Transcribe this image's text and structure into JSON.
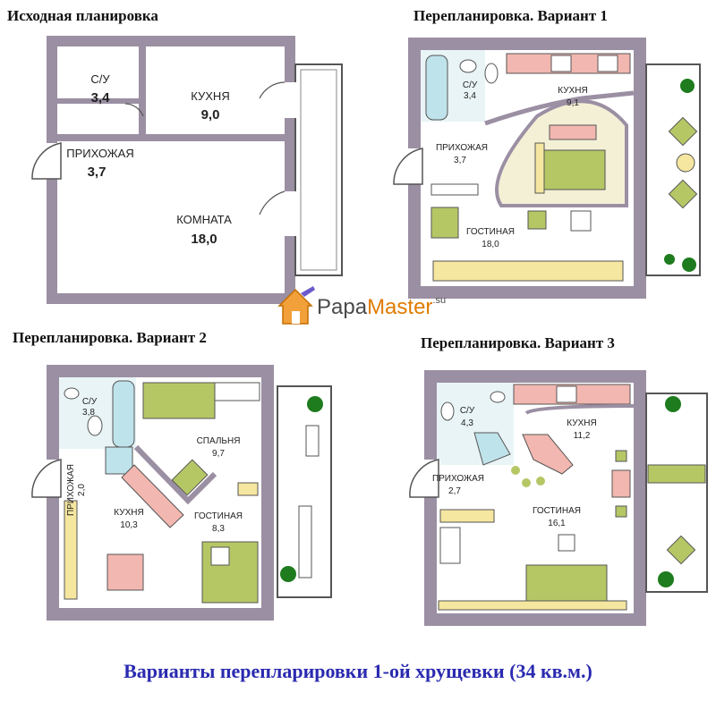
{
  "titles": {
    "original": "Исходная планировка",
    "v1": "Перепланировка. Вариант 1",
    "v2": "Перепланировка. Вариант 2",
    "v3": "Перепланировка. Вариант 3"
  },
  "original": {
    "su": "С/У",
    "su_area": "3,4",
    "kitchen": "КУХНЯ",
    "kitchen_area": "9,0",
    "hall": "ПРИХОЖАЯ",
    "hall_area": "3,7",
    "room": "КОМНАТА",
    "room_area": "18,0"
  },
  "v1": {
    "su": "С/У",
    "su_area": "3,4",
    "kitchen": "КУХНЯ",
    "kitchen_area": "9,1",
    "hall": "ПРИХОЖАЯ",
    "hall_area": "3,7",
    "living": "ГОСТИНАЯ",
    "living_area": "18,0"
  },
  "v2": {
    "su": "С/У",
    "su_area": "3,8",
    "bedroom": "СПАЛЬНЯ",
    "bedroom_area": "9,7",
    "hall": "ПРИХОЖАЯ",
    "hall_area": "2,0",
    "kitchen": "КУХНЯ",
    "kitchen_area": "10,3",
    "living": "ГОСТИНАЯ",
    "living_area": "8,3"
  },
  "v3": {
    "su": "С/У",
    "su_area": "4,3",
    "kitchen": "КУХНЯ",
    "kitchen_area": "11,2",
    "hall": "ПРИХОЖАЯ",
    "hall_area": "2,7",
    "living": "ГОСТИНАЯ",
    "living_area": "16,1"
  },
  "brand": {
    "part1": "Papa",
    "part2": "Master",
    "suffix": ".su"
  },
  "caption": "Варианты перепларировки 1-ой хрущевки (34 кв.м.)",
  "colors": {
    "wall": "#9b8fa3",
    "kitchen_accent": "#f2b7b0",
    "furniture": "#b5c765",
    "wet_zone": "#bfe3ea",
    "caption": "#2a2ab0"
  }
}
